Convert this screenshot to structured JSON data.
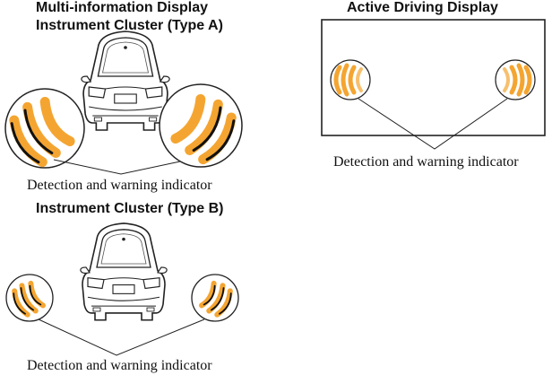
{
  "headings": {
    "type_a_line1": "Multi-information Display",
    "type_a_line2": "Instrument Cluster (Type A)",
    "active_driving": "Active Driving Display",
    "type_b": "Instrument Cluster (Type B)"
  },
  "captions": {
    "type_a": "Detection and warning indicator",
    "active_driving": "Detection and warning indicator",
    "type_b": "Detection and warning indicator"
  },
  "colors": {
    "indicator_orange": "#f4a531",
    "outline": "#222222"
  },
  "icons": {
    "car": "car-rear-icon",
    "indicator": "blind-spot-wave-icon"
  }
}
